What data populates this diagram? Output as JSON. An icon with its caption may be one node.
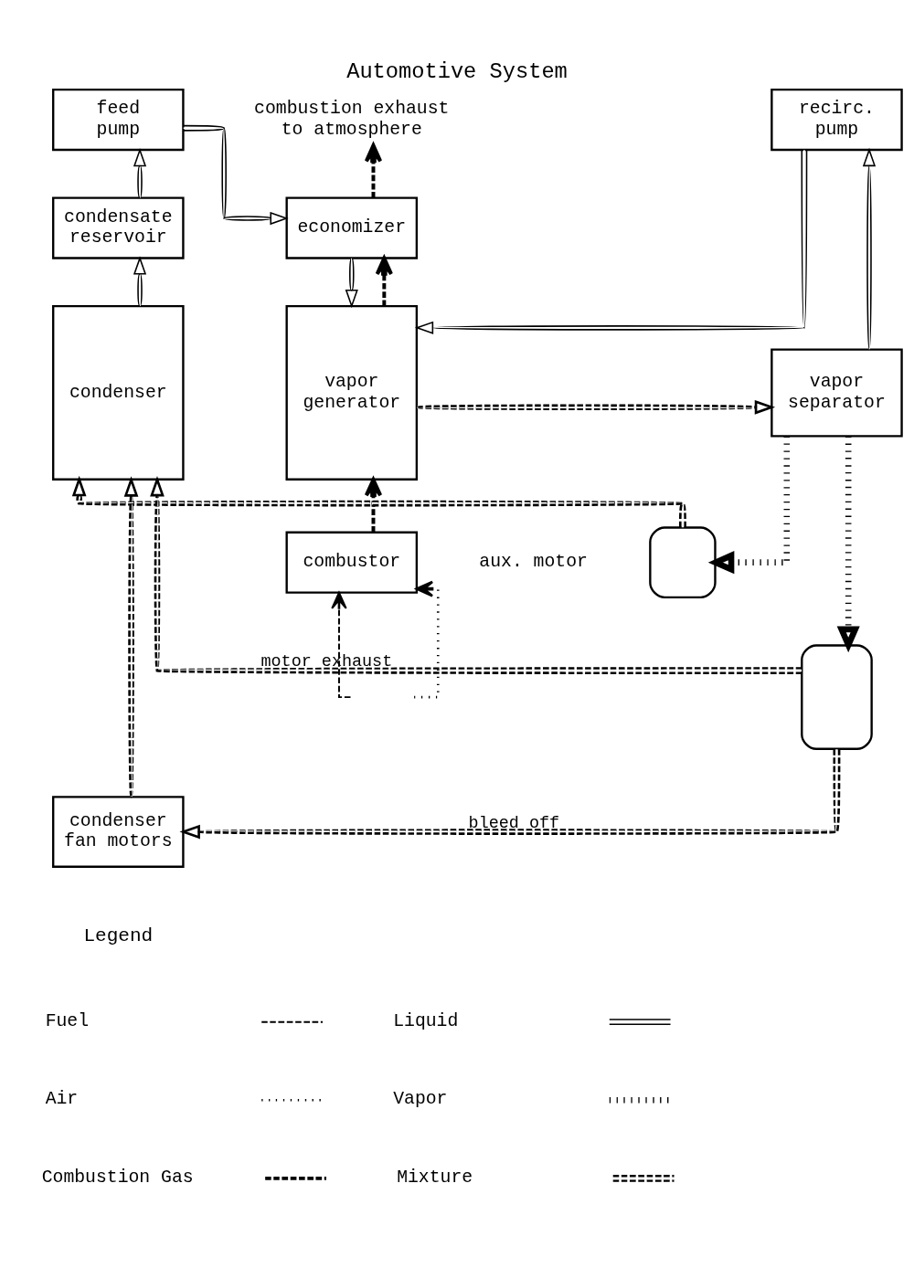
{
  "diagram": {
    "title": "Automotive System",
    "nodes": [
      {
        "text": [
          "combustion exhaust to atmosphere"
        ]
      },
      {
        "text": [
          "feed pump"
        ]
      },
      {
        "text": [
          "recirc. pump"
        ]
      },
      {
        "text": [
          "condensate reservoir"
        ]
      },
      {
        "text": [
          "economizer"
        ]
      },
      {
        "text": [
          "condenser"
        ]
      },
      {
        "text": [
          "vapor generator"
        ]
      },
      {
        "text": [
          "vapor separator"
        ]
      },
      {
        "text": [
          "combustor"
        ]
      },
      {
        "text": [],
        "shape": "box",
        "beside": [
          "aux. motor"
        ]
      },
      {
        "text": [],
        "shape": "box"
      },
      {
        "text": [
          "condenser fan motors"
        ]
      }
    ],
    "edges": [
      {
        "from": 1,
        "to": 4,
        "arrow": "to"
      },
      {
        "from": 4,
        "to": 6,
        "arrow": "to"
      },
      {
        "from": 2,
        "to": 6,
        "arrow": "to"
      },
      {
        "from": 6,
        "to": 7,
        "arrow": "to",
        "style": "dashed"
      },
      {
        "from": 7,
        "to": 2,
        "arrow": "to"
      },
      {
        "from": 7,
        "to": 9,
        "arrow": "to",
        "style": "dashed"
      },
      {
        "from": 7,
        "to": 10,
        "arrow": "to",
        "style": "dashed"
      },
      {
        "from": null,
        "to": 8,
        "arrow": "to",
        "style": "dashed"
      },
      {
        "from": null,
        "to": 8,
        "arrow": "to",
        "style": "dashed"
      },
      {
        "from": 8,
        "to": 6,
        "arrow": "to",
        "style": "dashed"
      },
      {
        "from": 6,
        "to": 4,
        "arrow": "to",
        "style": "dashed"
      },
      {
        "from": 4,
        "to": 0,
        "arrow": "to",
        "style": "dashed"
      },
      {
        "from": 9,
        "to": 5,
        "arrow": "to",
        "style": "dashed"
      },
      {
        "from": 10,
        "to": 5,
        "arrow": "to",
        "style": "dashed",
        "label": "motor exhaust"
      },
      {
        "from": 10,
        "to": 11,
        "arrow": "to",
        "style": "dashed",
        "label": "bleed off"
      },
      {
        "from": 11,
        "to": 5,
        "arrow": "to",
        "style": "dashed"
      },
      {
        "from": 5,
        "to": 3,
        "arrow": "to"
      },
      {
        "from": 3,
        "to": 1,
        "arrow": "to"
      }
    ],
    "labels": [
      "Legend"
    ],
    "legend": [
      {
        "text": "Fuel"
      },
      {
        "text": "Air"
      },
      {
        "text": "Combustion Gas"
      },
      {
        "text": "Liquid"
      },
      {
        "text": "Vapor"
      },
      {
        "text": "Mixture"
      }
    ]
  }
}
